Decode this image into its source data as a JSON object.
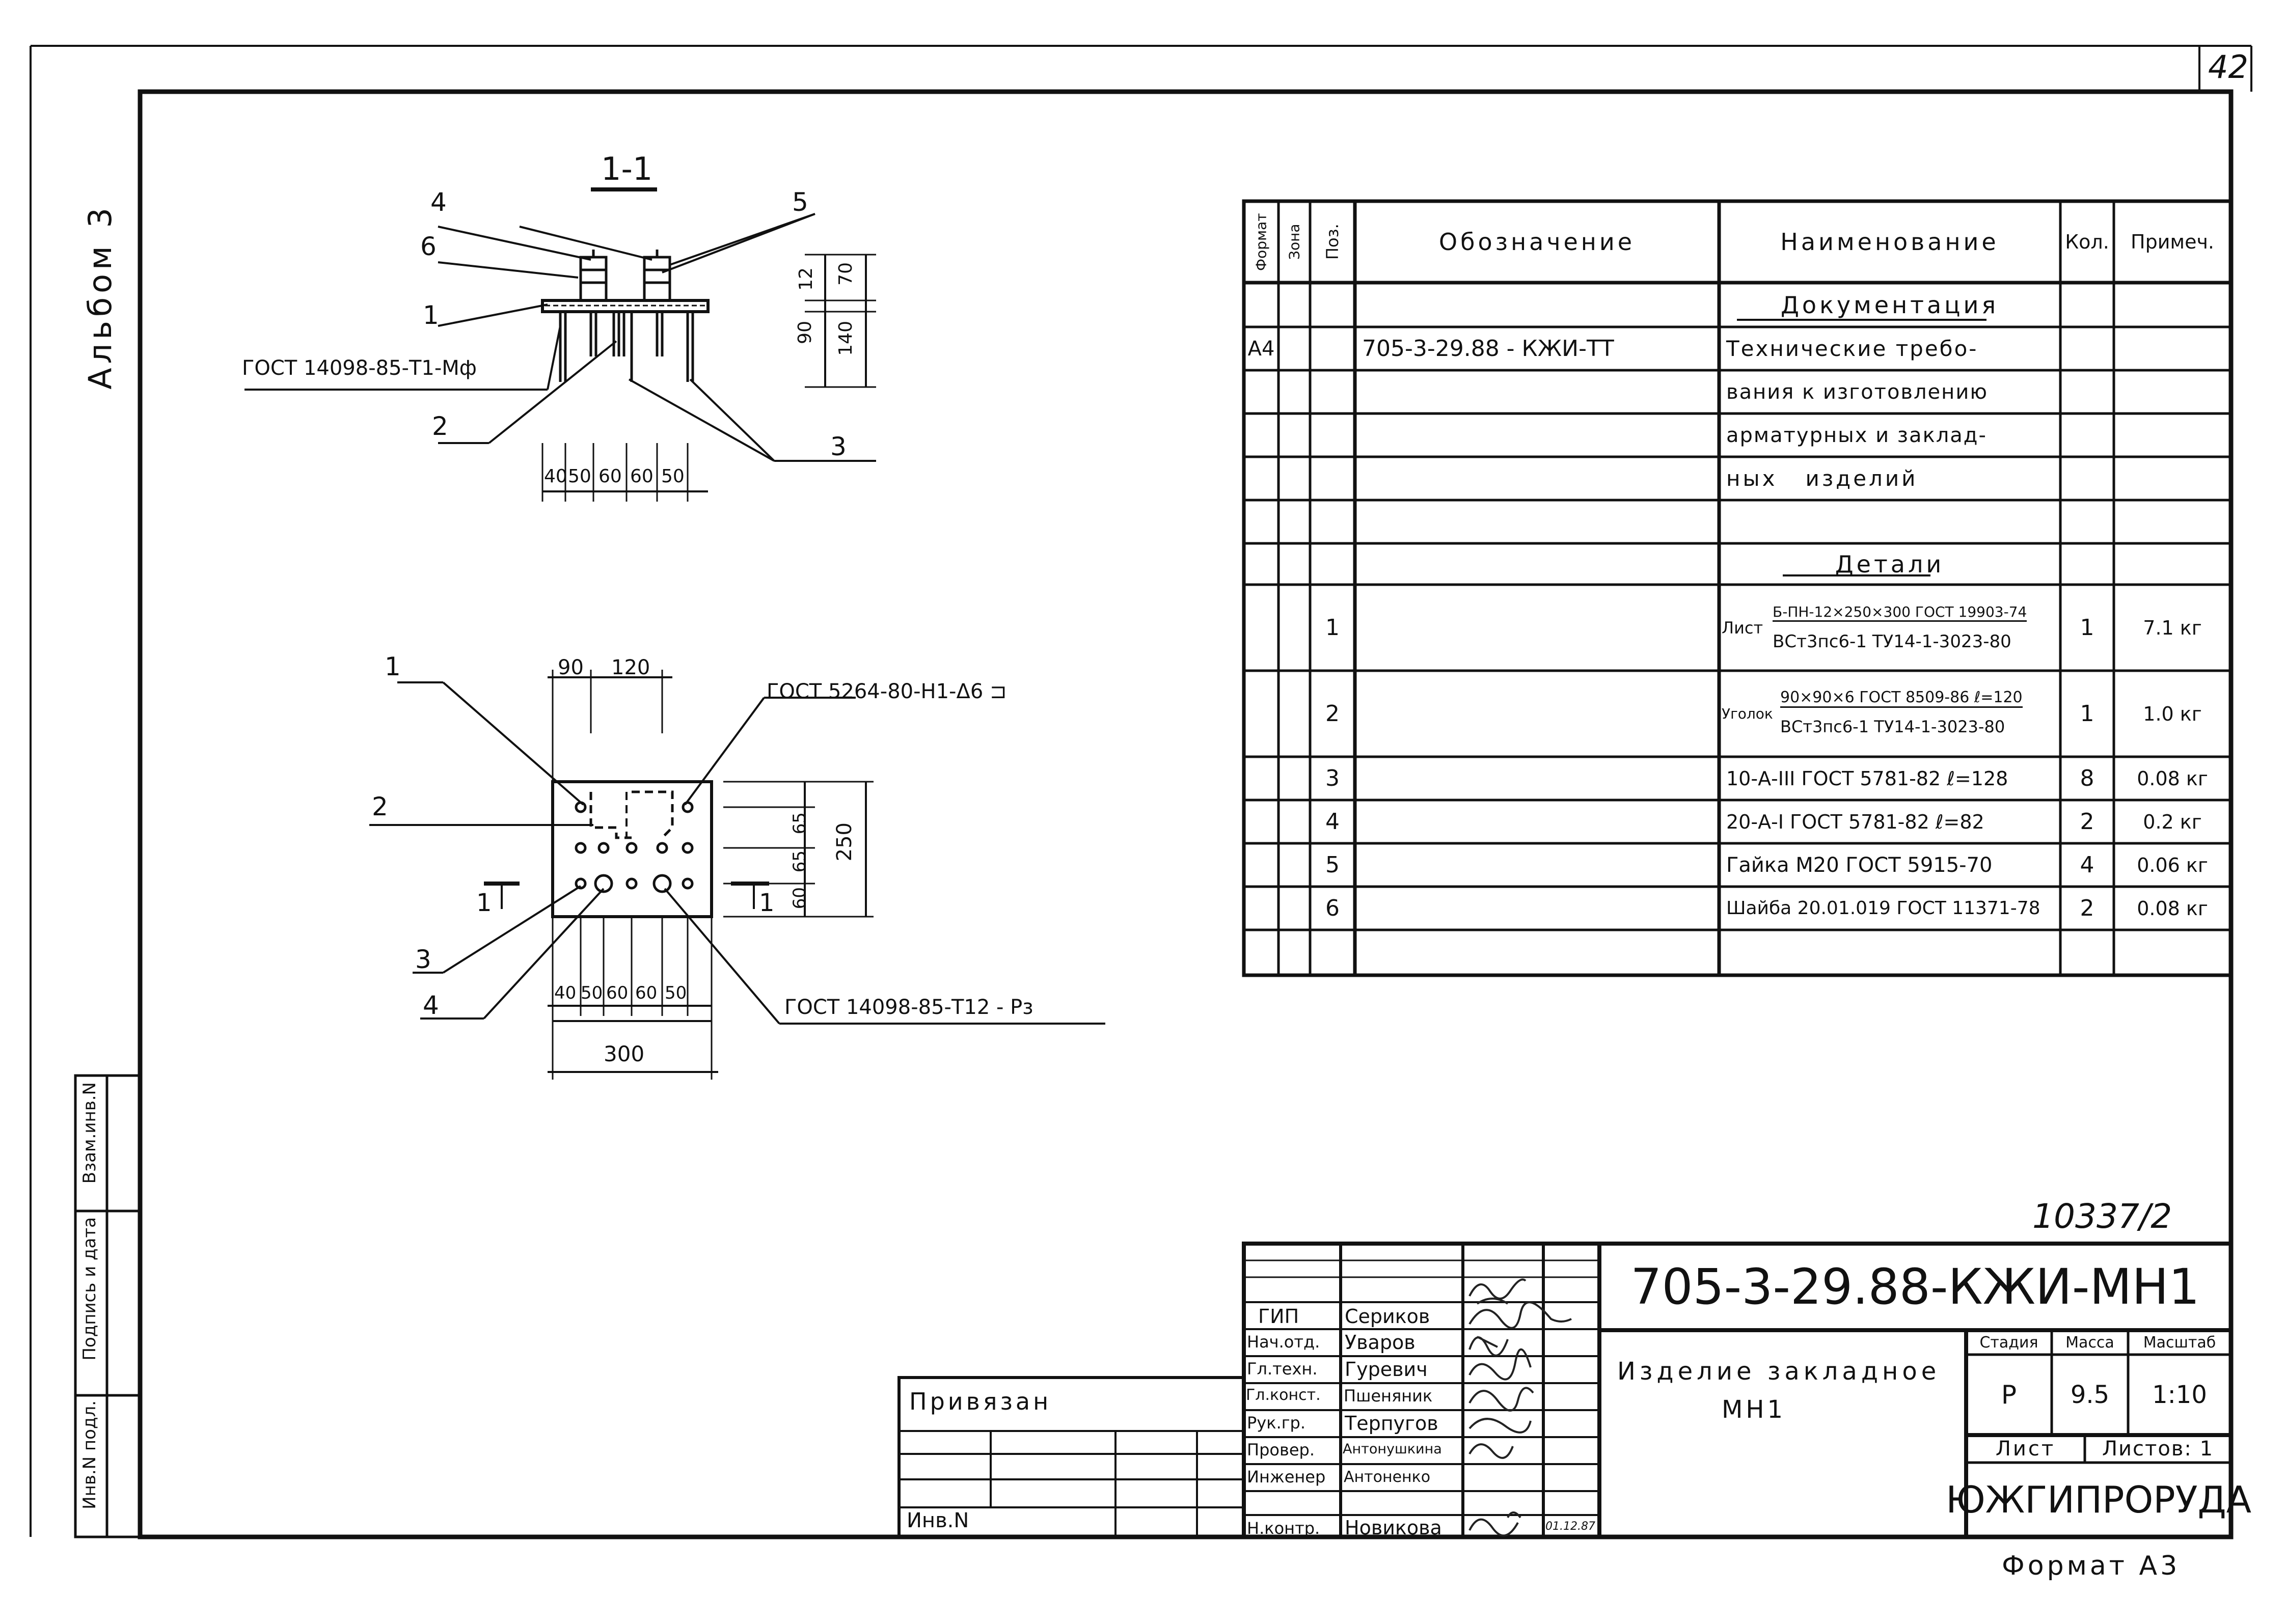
{
  "sheet_number": "42",
  "album_label": "Альбом 3",
  "section": {
    "title": "1-1",
    "leaders": [
      "4",
      "5",
      "6",
      "1",
      "2",
      "3"
    ],
    "gost_weld": "ГОСТ 14098-85-Т1-Мф",
    "dims_horizontal": [
      "40",
      "50",
      "60",
      "60",
      "50"
    ],
    "dims_vertical": [
      "12",
      "70",
      "90",
      "140"
    ]
  },
  "plan": {
    "dims_top": [
      "90",
      "120"
    ],
    "dims_right": [
      "65",
      "65",
      "60",
      "250"
    ],
    "dims_bottom": [
      "40",
      "50",
      "60",
      "60",
      "50"
    ],
    "dim_total": "300",
    "leaders": [
      "1",
      "2",
      "3",
      "4"
    ],
    "section_marks": [
      "1",
      "1"
    ],
    "gost_top": "ГОСТ 5264-80-Н1-Δ6 ⊐",
    "gost_bottom": "ГОСТ 14098-85-Т12 - Рз"
  },
  "spec": {
    "headers": {
      "format": "Формат",
      "zone": "Зона",
      "pos": "Поз.",
      "designation": "Обозначение",
      "name": "Наименование",
      "qty": "Кол.",
      "note": "Примеч."
    },
    "section_docs": "Документация",
    "doc": {
      "format": "А4",
      "designation": "705-3-29.88 - КЖИ-ТТ",
      "name_lines": [
        "Технические требо-",
        "вания к изготовлению",
        "арматурных и заклад-",
        "ных   изделий"
      ]
    },
    "section_details": "Детали",
    "details": [
      {
        "pos": "1",
        "prefix": "Лист",
        "line1": "Б-ПН-12×250×300 ГОСТ 19903-74",
        "line2": "ВСт3пс6-1 ТУ14-1-3023-80",
        "qty": "1",
        "note": "7.1 кг"
      },
      {
        "pos": "2",
        "prefix": "Уголок",
        "line1": "90×90×6 ГОСТ 8509-86 ℓ=120",
        "line2": "ВСт3пс6-1 ТУ14-1-3023-80",
        "qty": "1",
        "note": "1.0 кг"
      },
      {
        "pos": "3",
        "text": "10-А-III ГОСТ 5781-82 ℓ=128",
        "qty": "8",
        "note": "0.08 кг"
      },
      {
        "pos": "4",
        "text": "20-А-I ГОСТ 5781-82 ℓ=82",
        "qty": "2",
        "note": "0.2 кг"
      },
      {
        "pos": "5",
        "text": "Гайка М20 ГОСТ 5915-70",
        "qty": "4",
        "note": "0.06 кг"
      },
      {
        "pos": "6",
        "text": "Шайба 20.01.019 ГОСТ 11371-78",
        "qty": "2",
        "note": "0.08 кг"
      }
    ]
  },
  "left_strip": [
    "Инв.N подл.",
    "Подпись и дата",
    "Взам.инв.N"
  ],
  "title_block": {
    "archive_no": "10337/2",
    "code": "705-3-29.88-КЖИ-МН1",
    "title_line1": "Изделие закладное",
    "title_line2": "МН1",
    "stage_label": "Стадия",
    "mass_label": "Масса",
    "scale_label": "Масштаб",
    "stage": "Р",
    "mass": "9.5",
    "scale": "1:10",
    "sheet_label": "Лист",
    "sheets_label": "Листов: 1",
    "org": "ЮЖГИПРОРУДА",
    "bound_label": "Привязан",
    "inv_label": "Инв.N",
    "date": "01.12.87",
    "people": [
      {
        "role": "ГИП",
        "name": "Сериков"
      },
      {
        "role": "Нач.отд.",
        "name": "Уваров"
      },
      {
        "role": "Гл.техн.",
        "name": "Гуревич"
      },
      {
        "role": "Гл.конст.",
        "name": "Пшеняник"
      },
      {
        "role": "Рук.гр.",
        "name": "Терпугов"
      },
      {
        "role": "Провер.",
        "name": "Антонушкина"
      },
      {
        "role": "Инженер",
        "name": "Антоненко"
      },
      {
        "role": "Н.контр.",
        "name": "Новикова"
      }
    ]
  },
  "format_label": "Формат А3"
}
